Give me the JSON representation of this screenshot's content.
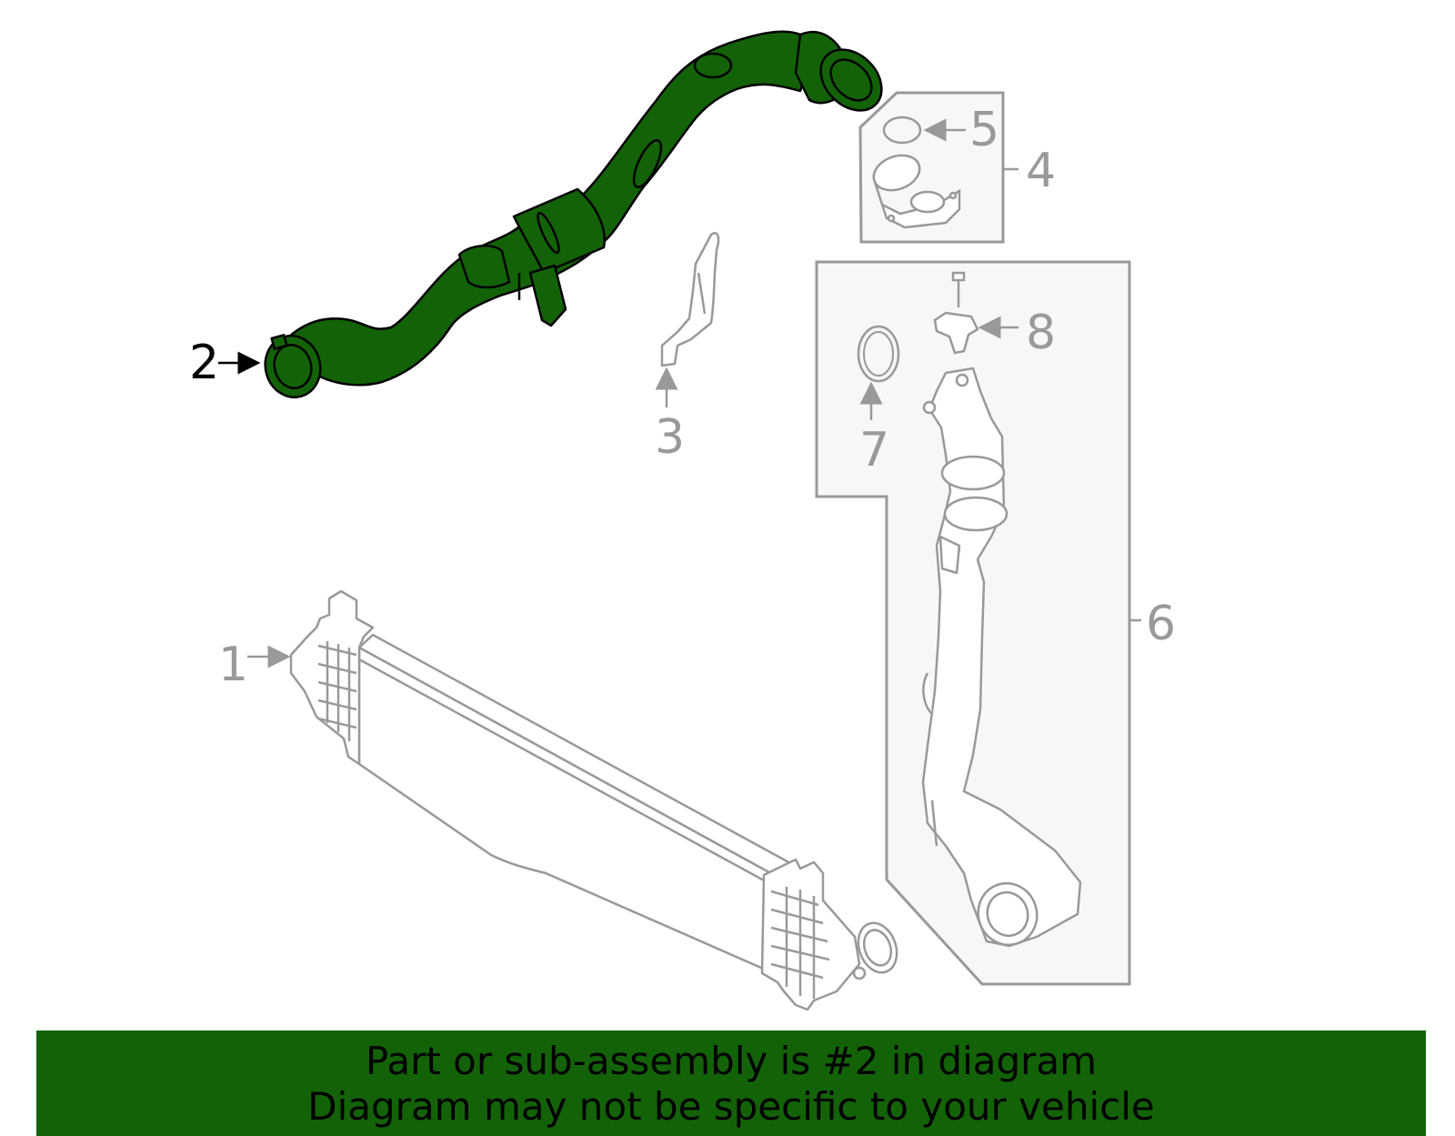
{
  "callouts": {
    "c1": "1",
    "c2": "2",
    "c3": "3",
    "c4": "4",
    "c5": "5",
    "c6": "6",
    "c7": "7",
    "c8": "8"
  },
  "banner": {
    "line1": "Part or sub-assembly is #2 in diagram",
    "line2": "Diagram may not be specific to your vehicle"
  },
  "colors": {
    "highlight": "#136208",
    "outline": "#999999",
    "ink": "#000000",
    "box_fill": "#f7f7f7"
  },
  "icons": {
    "part_1": "intercooler-icon",
    "part_2": "charge-air-pipe-icon",
    "part_3": "bracket-icon",
    "part_4": "throttle-adapter-icon",
    "part_5": "o-ring-icon",
    "part_6": "intake-pipe-icon",
    "part_7": "seal-ring-icon",
    "part_8": "sensor-icon"
  }
}
